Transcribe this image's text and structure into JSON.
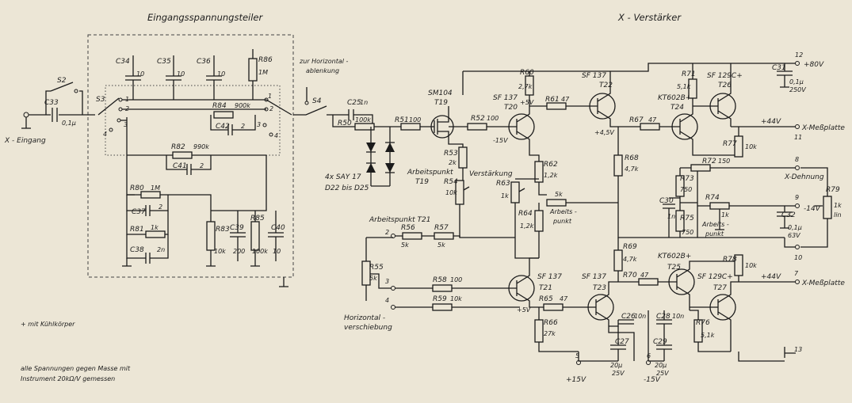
{
  "titles": {
    "input_divider": "Eingangsspannungsteiler",
    "x_amp": "X - Verstärker"
  },
  "notes": {
    "heatsink": "+ mit Kühlkörper",
    "measure_line1": "alle Spannungen gegen Masse mit",
    "measure_line2": "Instrument 20kΩ/V gemessen"
  },
  "labels": {
    "x_input": "X - Eingang",
    "horizontal_1": "zur Horizontal -",
    "horizontal_2": "ablenkung",
    "diodes_1": "4x SAY 17",
    "diodes_2": "D22 bis D25",
    "arbeitspunkt_t19_1": "Arbeitspunkt",
    "arbeitspunkt_t19_2": "T19",
    "verstaerkung": "Verstärkung",
    "arbeitspunkt_r63_1": "Arbeits -",
    "arbeitspunkt_r63_2": "punkt",
    "arbeitspunkt_t21": "Arbeitspunkt T21",
    "horizontal_shift_1": "Horizontal -",
    "horizontal_shift_2": "verschiebung",
    "x_dehnung": "X-Dehnung",
    "arbeitspunkt_r74_1": "Arbeits -",
    "arbeitspunkt_r74_2": "punkt",
    "x_plate_top": "X-Meßplatte",
    "x_plate_bottom": "X-Meßplatte",
    "lin": "lin"
  },
  "rails": {
    "plus80": "+80V",
    "plus44_top": "+44V",
    "plus44_bottom": "+44V",
    "minus14": "-14V",
    "plus15": "+15V",
    "minus15": "-15V",
    "v_plus5_t20": "+5V",
    "v_minus15_t20": "-15V",
    "v_plus45": "+4,5V",
    "v_plus5_t21": "+5V"
  },
  "terminals": {
    "t12": "12",
    "t11": "11",
    "t8": "8",
    "t9": "9",
    "t10": "10",
    "t7": "7",
    "t13": "13",
    "t5": "5",
    "t6": "6",
    "p2": "2",
    "p3": "3",
    "p4": "4"
  },
  "switches": {
    "s2": "S2",
    "s3": "S3",
    "s4": "S4",
    "s3_1": "1",
    "s3_2": "2",
    "s3_3": "3",
    "s3_4": "4",
    "s4_1": "1",
    "s4_2": "2",
    "s4_3": "3",
    "s4_4": "4"
  },
  "transistors": {
    "t19": "T19",
    "t19_type": "SM104",
    "t20": "T20",
    "t20_type": "SF 137",
    "t22": "T22",
    "t22_type": "SF 137",
    "t24": "T24",
    "t24_type": "KT602B+",
    "t26": "T26",
    "t26_type": "SF 129C+",
    "t21": "T21",
    "t21_type": "SF 137",
    "t23": "T23",
    "t23_type": "SF 137",
    "t25": "T25",
    "t25_type": "KT602B+",
    "t27": "T27",
    "t27_type": "SF 129C+"
  },
  "resistors": {
    "r50": "R50",
    "r50_v": "100k",
    "r51": "R51",
    "r51_v": "100",
    "r52": "R52",
    "r52_v": "100",
    "r53": "R53",
    "r53_v": "2k",
    "r54": "R54",
    "r54_v": "10k",
    "r55": "R55",
    "r55_v": "5k",
    "r56": "R56",
    "r56_v": "5k",
    "r57": "R57",
    "r57_v": "5k",
    "r58": "R58",
    "r58_v": "100",
    "r59": "R59",
    "r59_v": "10k",
    "r60": "R60",
    "r60_v": "2,7k",
    "r61": "R61",
    "r61_v": "47",
    "r62": "R62",
    "r62_v": "1,2k",
    "r63": "R63",
    "r63_v": "1k",
    "r63_w": "5k",
    "r64": "R64",
    "r64_v": "1,2k",
    "r65": "R65",
    "r65_v": "47",
    "r66": "R66",
    "r66_v": "27k",
    "r67": "R67",
    "r67_v": "47",
    "r68": "R68",
    "r68_v": "4,7k",
    "r69": "R69",
    "r69_v": "4,7k",
    "r70": "R70",
    "r70_v": "47",
    "r71": "R71",
    "r71_v": "5,1k",
    "r72": "R72",
    "r72_v": "150",
    "r73": "R73",
    "r73_v": "750",
    "r74": "R74",
    "r74_v": "1k",
    "r75": "R75",
    "r75_v": "750",
    "r76": "R76",
    "r76_v": "5,1k",
    "r77": "R77",
    "r77_v": "10k",
    "r78": "R78",
    "r78_v": "10k",
    "r79": "R79",
    "r79_v": "1k",
    "r80": "R80",
    "r80_v": "1M",
    "r81": "R81",
    "r81_v": "1k",
    "r82": "R82",
    "r82_v": "990k",
    "r83": "R83",
    "r83_v": "10k",
    "r84": "R84",
    "r84_v": "900k",
    "r85": "R85",
    "r85_v": "100k",
    "r86": "R86",
    "r86_v": "1M"
  },
  "capacitors": {
    "c25": "C25",
    "c25_v": "1n",
    "c26": "C26",
    "c26_v": "10n",
    "c27": "C27",
    "c27_v1": "20μ",
    "c27_v2": "25V",
    "c28": "C28",
    "c28_v": "10n",
    "c29": "C29",
    "c29_v1": "20μ",
    "c29_v2": "25V",
    "c30": "C30",
    "c30_v": "1n",
    "c31": "C31",
    "c31_v1": "0,1μ",
    "c31_v2": "250V",
    "c32": "C32",
    "c32_v1": "0,1μ",
    "c32_v2": "63V",
    "c33": "C33",
    "c33_v": "0,1μ",
    "c34": "C34",
    "c34_v": "10",
    "c35": "C35",
    "c35_v": "10",
    "c36": "C36",
    "c36_v": "10",
    "c37": "C37",
    "c37_v": "2",
    "c38": "C38",
    "c38_v": "2n",
    "c39": "C39",
    "c39_v": "200",
    "c40": "C40",
    "c40_v": "10",
    "c41": "C41",
    "c41_v": "2",
    "c42": "C42",
    "c42_v": "2"
  }
}
